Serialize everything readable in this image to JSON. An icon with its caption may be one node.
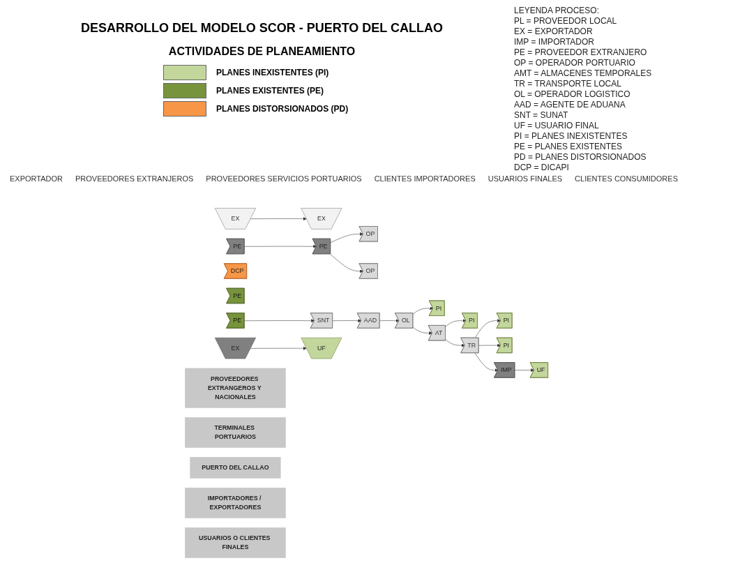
{
  "diagram": {
    "title": "DESARROLLO DEL MODELO SCOR  - PUERTO DEL CALLAO",
    "nodes": [
      {
        "text": [
          "EX"
        ]
      },
      {
        "text": [
          "PE"
        ]
      },
      {
        "text": [
          "EX"
        ]
      },
      {
        "text": [
          "PE"
        ]
      },
      {
        "text": [
          "DCP"
        ]
      },
      {
        "text": [
          "PE"
        ]
      },
      {
        "text": [
          "OP"
        ]
      },
      {
        "text": [
          "OP"
        ]
      },
      {
        "text": [
          "PE"
        ]
      },
      {
        "text": [
          "SNT"
        ]
      },
      {
        "text": [
          "AAD"
        ]
      },
      {
        "text": [
          "PI"
        ]
      },
      {
        "text": [
          "OL"
        ]
      },
      {
        "text": [
          "PI"
        ]
      },
      {
        "text": [
          "AT"
        ]
      },
      {
        "text": [
          "PI"
        ]
      },
      {
        "text": [
          "TR"
        ]
      },
      {
        "text": [
          "PI"
        ]
      },
      {
        "text": [
          "EX"
        ]
      },
      {
        "text": [
          "IMP"
        ]
      },
      {
        "text": [
          "UF"
        ]
      },
      {
        "text": [
          "UF"
        ]
      },
      {
        "text": [
          "PROVEEDORES EXTRANGEROS Y NACIONALES"
        ]
      },
      {
        "text": [
          "TERMINALES PORTUARIOS"
        ]
      },
      {
        "text": [
          "PUERTO DEL CALLAO"
        ]
      },
      {
        "text": [
          "IMPORTADORES / EXPORTADORES"
        ]
      },
      {
        "text": [
          "USUARIOS O CLIENTES FINALES"
        ]
      }
    ],
    "edges": [
      {
        "from": 0,
        "to": 2,
        "arrow": "to"
      },
      {
        "from": 1,
        "to": 3,
        "arrow": "to"
      },
      {
        "from": 3,
        "to": 6,
        "arrow": "to"
      },
      {
        "from": 3,
        "to": 7,
        "arrow": "to"
      },
      {
        "from": 8,
        "to": 9,
        "arrow": "to"
      },
      {
        "from": 9,
        "to": 10,
        "arrow": "to"
      },
      {
        "from": 10,
        "to": 12,
        "arrow": "to"
      },
      {
        "from": 12,
        "to": 11,
        "arrow": "to"
      },
      {
        "from": 12,
        "to": 14,
        "arrow": "to"
      },
      {
        "from": 14,
        "to": 13,
        "arrow": "to"
      },
      {
        "from": 14,
        "to": 16,
        "arrow": "to"
      },
      {
        "from": 16,
        "to": 15,
        "arrow": "to"
      },
      {
        "from": 16,
        "to": 17,
        "arrow": "to"
      },
      {
        "from": 16,
        "to": 19,
        "arrow": "to"
      },
      {
        "from": 18,
        "to": 20,
        "arrow": "to"
      },
      {
        "from": 19,
        "to": 21,
        "arrow": "to"
      }
    ],
    "labels": [
      "ACTIVIDADES DE PLANEAMIENTO",
      "LEYENDA PROCESO:",
      "PL = PROVEEDOR LOCAL",
      "EX = EXPORTADOR",
      "IMP = IMPORTADOR",
      "PE = PROVEEDOR EXTRANJERO",
      "OP = OPERADOR PORTUARIO",
      "AMT = ALMACENES TEMPORALES",
      "TR = TRANSPORTE LOCAL",
      "OL = OPERADOR LOGISTICO",
      "AAD = AGENTE DE ADUANA",
      "SNT = SUNAT",
      "UF = USUARIO FINAL",
      "PI = PLANES INEXISTENTES",
      "PE = PLANES EXISTENTES",
      "PD = PLANES DISTORSIONADOS",
      "DCP = DICAPI",
      "EXPORTADOR",
      "PROVEEDORES EXTRANJEROS",
      "PROVEEDORES SERVICIOS PORTUARIOS",
      "CLIENTES IMPORTADORES",
      "USUARIOS FINALES",
      "CLIENTES CONSUMIDORES"
    ],
    "legend": [
      {
        "text": "PLANES INEXISTENTES (PI)",
        "color": "#c3d69b"
      },
      {
        "text": "PLANES EXISTENTES (PE)",
        "color": "#77933c"
      },
      {
        "text": "PLANES DISTORSIONADOS (PD)",
        "color": "#f79646"
      }
    ]
  }
}
